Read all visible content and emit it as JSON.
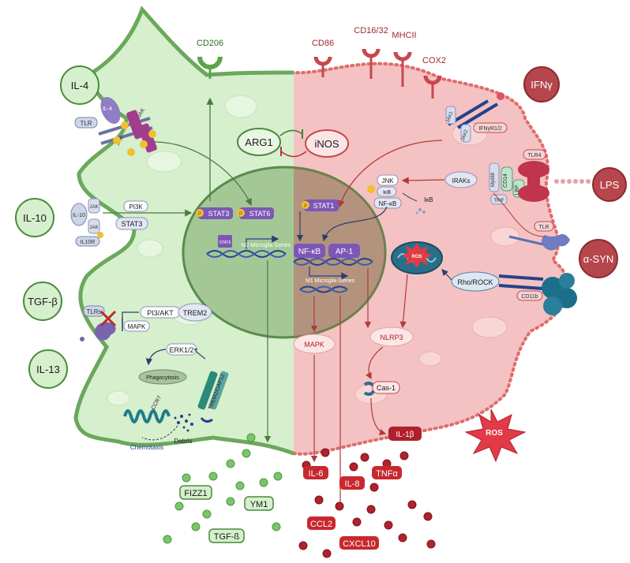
{
  "colors": {
    "m2_fill": "#d6efcd",
    "m2_stroke": "#6aa85c",
    "m1_fill": "#f4c2c2",
    "m1_stroke": "#e06c6c",
    "nucleus": "#7aa86a",
    "receptor_red": "#c8474f",
    "receptor_green": "#5aa54a",
    "purple": "#7d57b5",
    "dark_red": "#9b1c24",
    "navy": "#24428a"
  },
  "left_labels": {
    "il4": "IL-4",
    "il10": "IL-10",
    "tgfb": "TGF-β",
    "il13": "IL-13"
  },
  "right_labels": {
    "ifng": "IFNγ",
    "lps": "LPS",
    "asyn": "α-SYN",
    "ros_star": "ROS"
  },
  "surface_markers": {
    "cd206": "CD206",
    "cd86": "CD86",
    "cd1632": "CD16/32",
    "mhcii": "MHCII",
    "cox2": "COX2"
  },
  "m2_side": {
    "tlr": "TLR",
    "il4_rec": "IL-4",
    "jak_a": "JAK",
    "jak_b": "JAK",
    "arg1": "ARG1",
    "il10_rec": "IL-10",
    "jak_c": "JAK",
    "jak_d": "JAK",
    "il10r": "IL10R",
    "pi3k": "PI3K",
    "stat3_left": "STAT3",
    "stat3": "STAT3",
    "stat6": "STAT6",
    "stat6_small": "STAT6",
    "m2_genes": "M2 Microglia Genes",
    "tlrs": "TLRs",
    "pi3_akt": "PI3/AKT",
    "trem2": "TREM2",
    "mapk_left": "MAPK",
    "erk": "ERK1/2",
    "phagocytosis": "Phagocytosis",
    "ccr7": "CCR7",
    "trem2dap12": "TREM2/DAP12",
    "chemotaxis": "Chemotaxis",
    "debris": "Debris"
  },
  "m1_side": {
    "inos": "iNOS",
    "jak1": "JAK1",
    "jak2": "JAK2",
    "ifnyr": "IFNγR1/2",
    "stat1": "STAT1",
    "jnk": "JNK",
    "ikb": "IκB",
    "ikb_free": "IκB",
    "nfkb_small": "NF-κB",
    "irak": "IRAKs",
    "tlr4": "TLR4",
    "cd14": "CD14",
    "lbp": "LBP",
    "myd88": "Myd88",
    "trif": "TRIF",
    "nfkb": "NF-κB",
    "ap1": "AP-1",
    "m1_genes": "M1 Microglia Genes",
    "ros": "ROS",
    "rho": "Rho/ROCK",
    "tlr_right": "TLR",
    "cd11b": "CD11b",
    "mapk_right": "MAPK",
    "nlrp3": "NLRP3",
    "cas1": "Cas-1",
    "il1b": "IL-1β"
  },
  "p_symbol": "P",
  "m2_secreted": {
    "fizz1": "FIZZ1",
    "ym1": "YM1",
    "tgfb_out": "TGF-ß"
  },
  "m1_secreted": {
    "il6": "IL-6",
    "il8": "IL-8",
    "tnfa": "TNFα",
    "ccl2": "CCL2",
    "cxcl10": "CXCL10"
  }
}
